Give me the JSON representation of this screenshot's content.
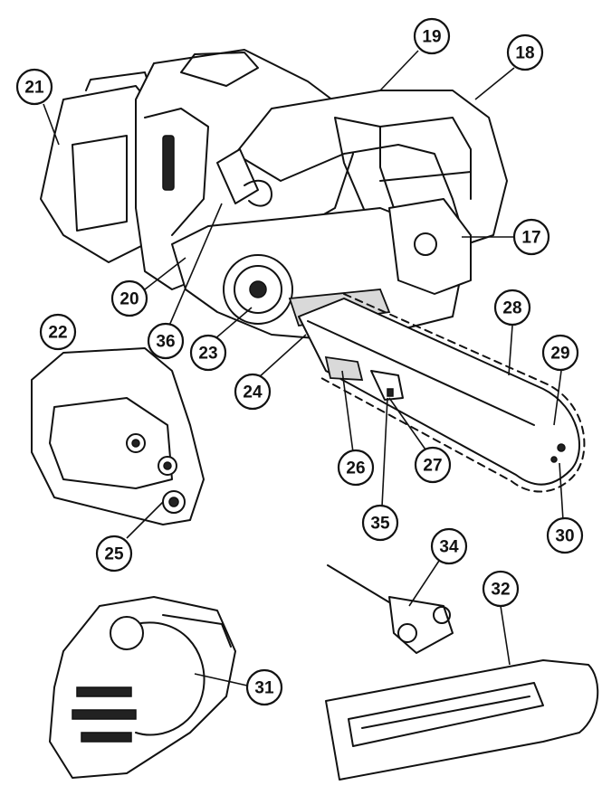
{
  "diagram": {
    "callouts": [
      {
        "label": "17"
      },
      {
        "label": "18"
      },
      {
        "label": "19"
      },
      {
        "label": "20"
      },
      {
        "label": "21"
      },
      {
        "label": "22"
      },
      {
        "label": "23"
      },
      {
        "label": "24"
      },
      {
        "label": "25"
      },
      {
        "label": "26"
      },
      {
        "label": "27"
      },
      {
        "label": "28"
      },
      {
        "label": "29"
      },
      {
        "label": "30"
      },
      {
        "label": "31"
      },
      {
        "label": "32"
      },
      {
        "label": "34"
      },
      {
        "label": "35"
      },
      {
        "label": "36"
      }
    ]
  }
}
